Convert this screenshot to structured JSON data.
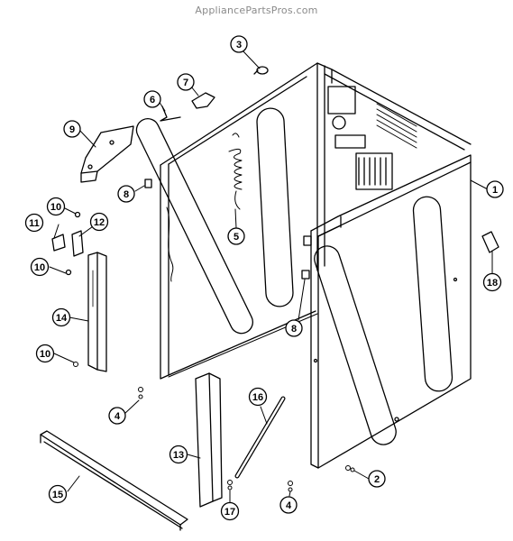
{
  "watermark": "AppliancePartsPros.com",
  "callouts": [
    {
      "key": "c1",
      "label": "1"
    },
    {
      "key": "c2",
      "label": "2"
    },
    {
      "key": "c3",
      "label": "3"
    },
    {
      "key": "c4a",
      "label": "4"
    },
    {
      "key": "c4b",
      "label": "4"
    },
    {
      "key": "c5",
      "label": "5"
    },
    {
      "key": "c6",
      "label": "6"
    },
    {
      "key": "c7",
      "label": "7"
    },
    {
      "key": "c8a",
      "label": "8"
    },
    {
      "key": "c8b",
      "label": "8"
    },
    {
      "key": "c9",
      "label": "9"
    },
    {
      "key": "c10a",
      "label": "10"
    },
    {
      "key": "c10b",
      "label": "10"
    },
    {
      "key": "c10c",
      "label": "10"
    },
    {
      "key": "c11",
      "label": "11"
    },
    {
      "key": "c12",
      "label": "12"
    },
    {
      "key": "c13",
      "label": "13"
    },
    {
      "key": "c14",
      "label": "14"
    },
    {
      "key": "c15",
      "label": "15"
    },
    {
      "key": "c16",
      "label": "16"
    },
    {
      "key": "c17",
      "label": "17"
    },
    {
      "key": "c18",
      "label": "18"
    }
  ]
}
